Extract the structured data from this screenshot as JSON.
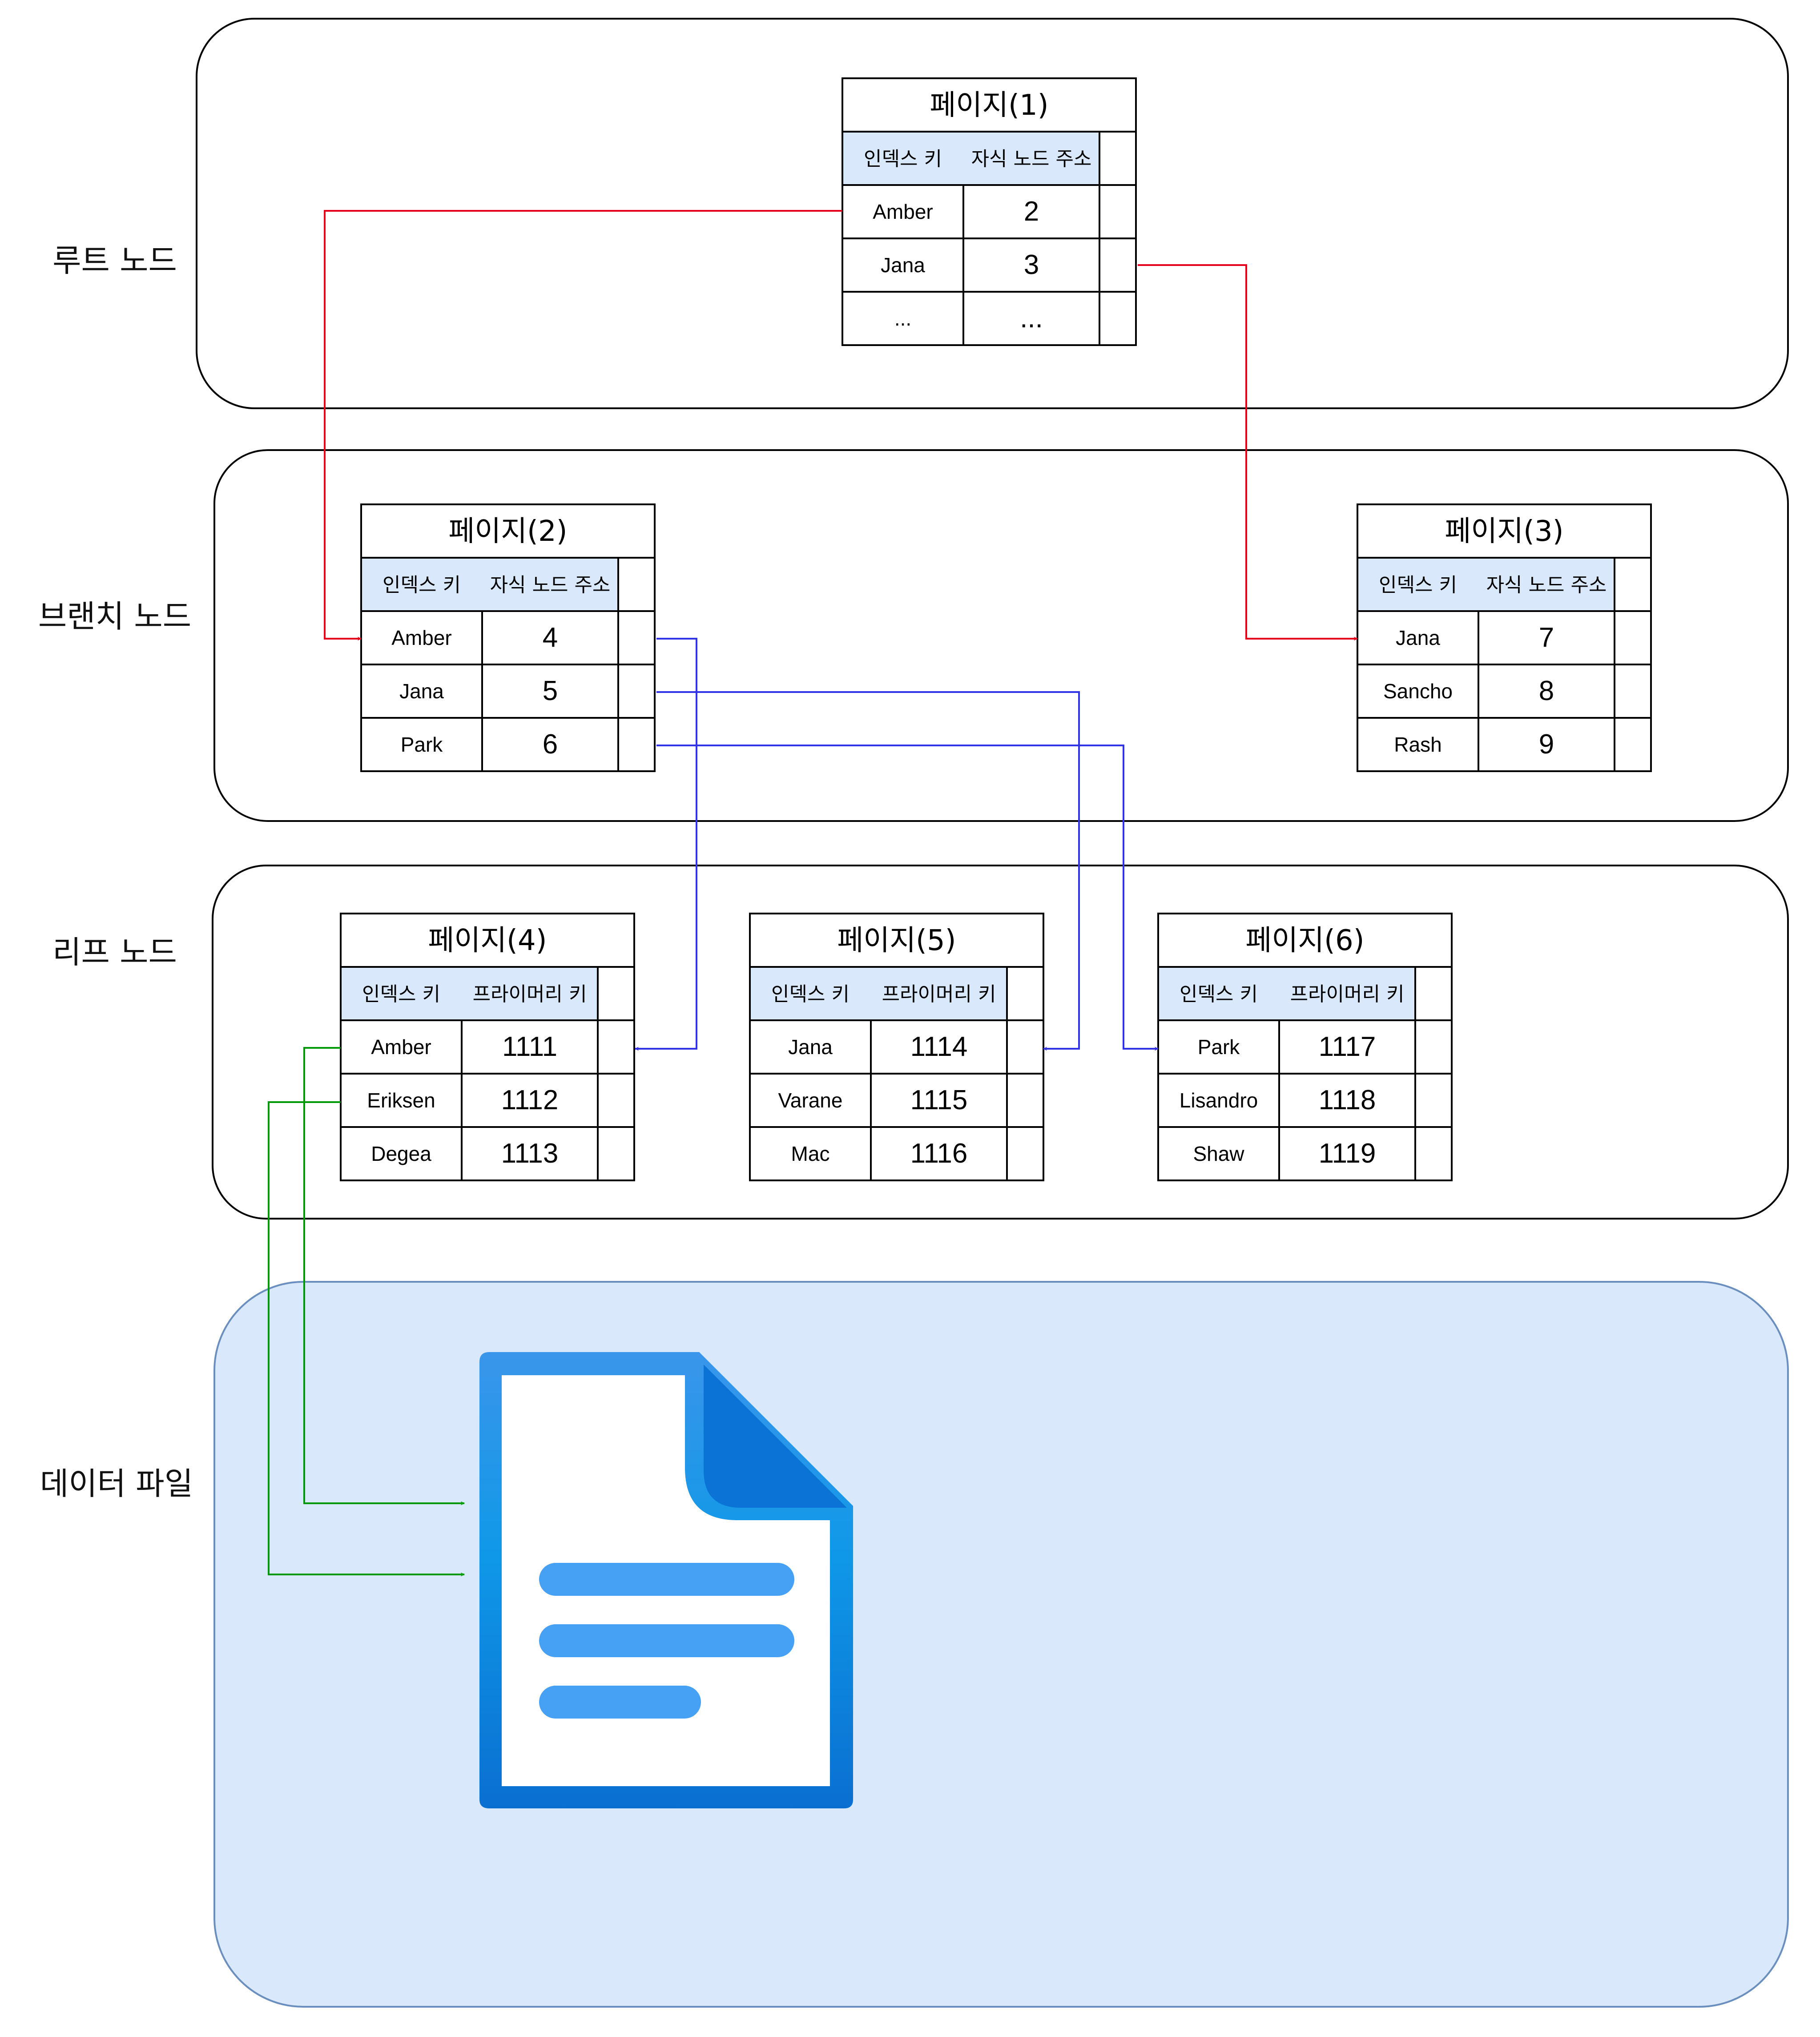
{
  "lanes": {
    "root": "루트 노드",
    "branch": "브랜치 노드",
    "leaf": "리프 노드",
    "data_file": "데이터 파일"
  },
  "colors": {
    "root_links": "#e5001c",
    "branch_links": "#3333e6",
    "leaf_links": "#00990a",
    "header_fill": "#dae8fc",
    "data_area_fill": "#d9e8fb",
    "data_area_stroke": "#6a8fbf"
  },
  "pages": {
    "p1": {
      "title": "페이지(1)",
      "headers": [
        "인덱스 키",
        "자식 노드 주소"
      ],
      "rows": [
        [
          "Amber",
          "2"
        ],
        [
          "Jana",
          "3"
        ],
        [
          "...",
          "..."
        ]
      ]
    },
    "p2": {
      "title": "페이지(2)",
      "headers": [
        "인덱스 키",
        "자식 노드 주소"
      ],
      "rows": [
        [
          "Amber",
          "4"
        ],
        [
          "Jana",
          "5"
        ],
        [
          "Park",
          "6"
        ]
      ]
    },
    "p3": {
      "title": "페이지(3)",
      "headers": [
        "인덱스 키",
        "자식 노드 주소"
      ],
      "rows": [
        [
          "Jana",
          "7"
        ],
        [
          "Sancho",
          "8"
        ],
        [
          "Rash",
          "9"
        ]
      ]
    },
    "p4": {
      "title": "페이지(4)",
      "headers": [
        "인덱스 키",
        "프라이머리 키"
      ],
      "rows": [
        [
          "Amber",
          "1111"
        ],
        [
          "Eriksen",
          "1112"
        ],
        [
          "Degea",
          "1113"
        ]
      ]
    },
    "p5": {
      "title": "페이지(5)",
      "headers": [
        "인덱스 키",
        "프라이머리 키"
      ],
      "rows": [
        [
          "Jana",
          "1114"
        ],
        [
          "Varane",
          "1115"
        ],
        [
          "Mac",
          "1116"
        ]
      ]
    },
    "p6": {
      "title": "페이지(6)",
      "headers": [
        "인덱스 키",
        "프라이머리 키"
      ],
      "rows": [
        [
          "Park",
          "1117"
        ],
        [
          "Lisandro",
          "1118"
        ],
        [
          "Shaw",
          "1119"
        ]
      ]
    }
  },
  "data_file_icon": "document-icon"
}
